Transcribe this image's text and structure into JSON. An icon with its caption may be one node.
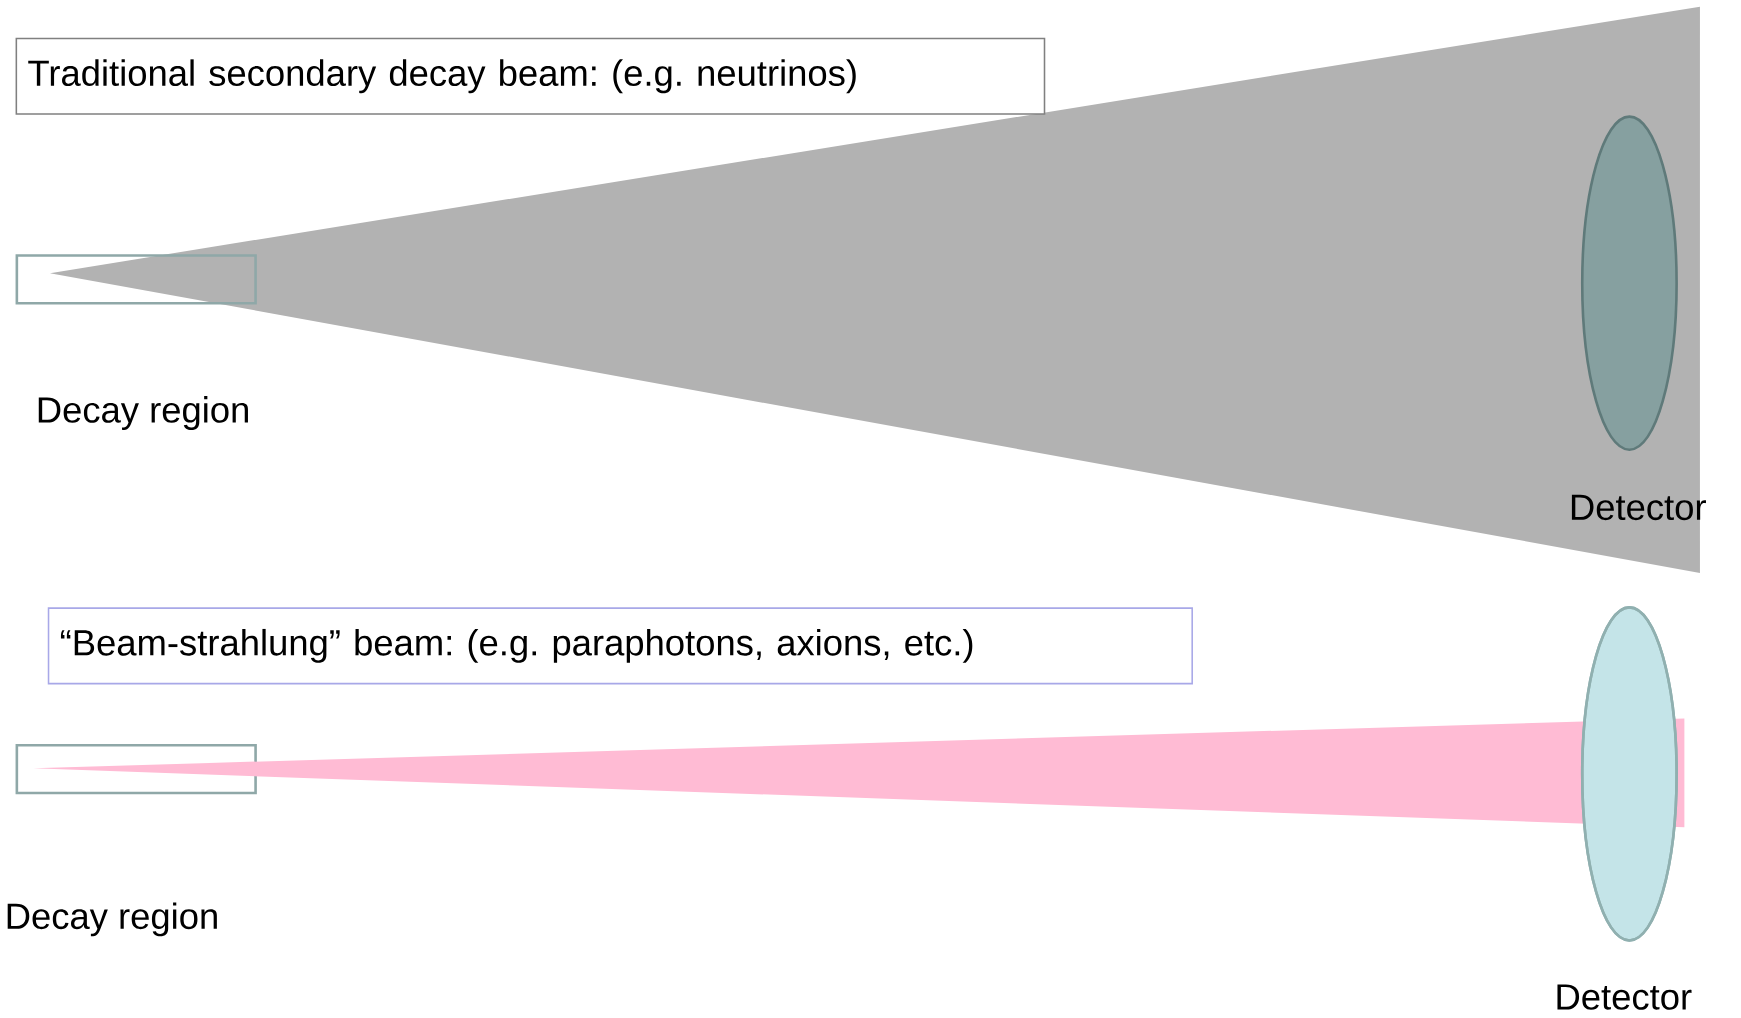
{
  "diagram": {
    "nodes": [
      {
        "text": [
          "Traditional secondary decay beam: (e.g. neutrinos)"
        ]
      },
      {
        "text": [],
        "shape": "box",
        "beside": [
          "Decay region"
        ]
      },
      {
        "text": [],
        "shape": "ellipse",
        "beside": [
          "Detector"
        ]
      },
      {
        "text": [
          "“Beam-strahlung”  beam: (e.g. paraphotons, axions, etc.)"
        ]
      },
      {
        "text": [],
        "shape": "box",
        "beside": [
          "Decay region"
        ]
      },
      {
        "text": [],
        "shape": "ellipse",
        "beside": [
          "Detector"
        ]
      }
    ]
  }
}
